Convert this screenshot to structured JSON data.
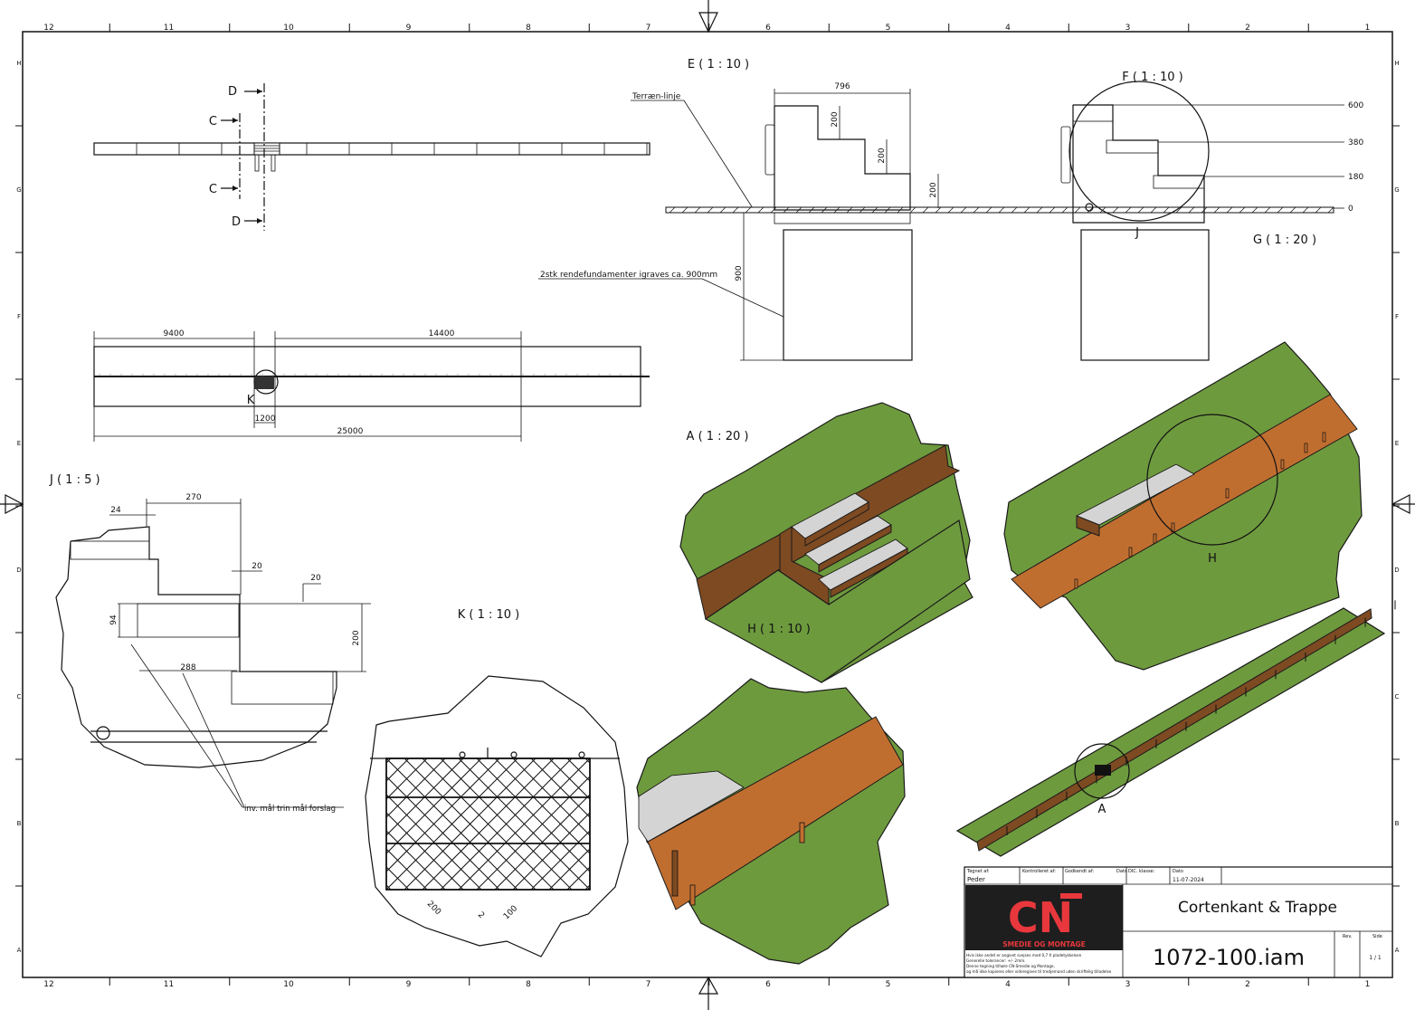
{
  "sheet": {
    "col_labels_top": [
      "12",
      "11",
      "10",
      "9",
      "8",
      "7",
      "6",
      "5",
      "4",
      "3",
      "2",
      "1"
    ],
    "col_labels_bottom": [
      "12",
      "11",
      "10",
      "9",
      "8",
      "7",
      "6",
      "5",
      "4",
      "3",
      "2",
      "1"
    ],
    "row_labels": [
      "H",
      "G",
      "F",
      "E",
      "D",
      "C",
      "B",
      "A"
    ]
  },
  "views": {
    "plan_top": {
      "section_c": "C",
      "section_d": "D"
    },
    "plan_long": {
      "dim_left": "9400",
      "dim_right": "14400",
      "dim_stair": "1200",
      "dim_total": "25000",
      "detail_label": "K"
    },
    "view_e": {
      "title": "E ( 1 : 10 )",
      "terrain_label": "Terræn-linje",
      "foundation_label": "2stk rendefundamenter igraves ca. 900mm",
      "dim_width": "796",
      "dim_step1": "200",
      "dim_step2": "200",
      "dim_step3": "200",
      "dim_depth": "900"
    },
    "view_f": {
      "title": "F ( 1 : 10 )",
      "levels": [
        "600",
        "380",
        "180",
        "0"
      ],
      "detail_label": "J"
    },
    "view_g": {
      "title": "G ( 1 : 20 )"
    },
    "view_j": {
      "title": "J ( 1 : 5 )",
      "dims": {
        "a": "24",
        "b": "270",
        "c": "20",
        "d": "20",
        "e": "94",
        "f": "200",
        "g": "288"
      },
      "note": "inv. mål trin  mål forslag"
    },
    "view_k": {
      "title": "K ( 1 : 10 )",
      "dims": {
        "a": "200",
        "b": "2",
        "c": "100"
      }
    },
    "view_a": {
      "title": "A ( 1 : 20 )"
    },
    "view_h": {
      "title": "H ( 1 : 10 )",
      "detail_label": "H"
    },
    "overview": {
      "detail_label": "A"
    }
  },
  "title_block": {
    "drawn_by_label": "Tegnet af:",
    "drawn_by": "Peder",
    "checked_label": "Kontrolleret af:",
    "approved_label": "Godkendt af:",
    "date_label_short": "Dato",
    "dic_label": "DIC. klasse:",
    "date_label": "Dato",
    "date": "11-07-2024",
    "logo_text": "CN",
    "logo_sub": "SMEDIE OG MONTAGE",
    "notes": [
      "Hvis ikke andet er angivet svejses med 0,7 X pladetykkelsen",
      "Generelle tolerancer: +/- 2mm.",
      "Denne tegning tilhøre CN-Smedie og Montage,",
      "og må ikke kopieres eller videregives til tredjemand uden skriftelig tilladelse"
    ],
    "title": "Cortenkant & Trappe",
    "drawing_no": "1072-100.iam",
    "rev_label": "Rev.",
    "sheet_label": "Side",
    "sheet_value": "1 / 1"
  },
  "colors": {
    "grass": "#6e9a3e",
    "corten": "#c06e30",
    "corten_dark": "#7d4a22",
    "logo_bg": "#1e1e1e",
    "logo_red": "#e8383d"
  }
}
